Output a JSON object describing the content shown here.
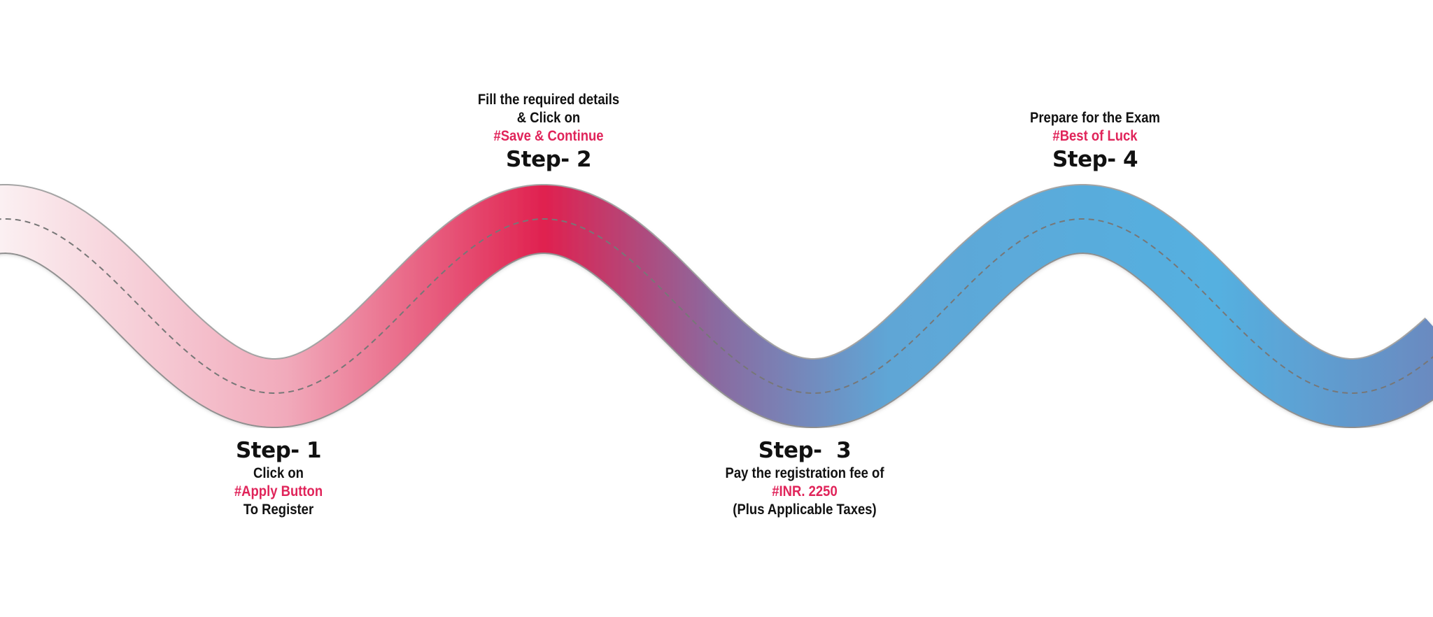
{
  "steps": [
    {
      "title": "Step- 1",
      "lines": [
        "Click on"
      ],
      "highlight": "#Apply Button",
      "after": [
        "To Register"
      ]
    },
    {
      "title": "Step- 2",
      "lines": [
        "Fill the required details",
        "& Click on"
      ],
      "highlight": "#Save & Continue",
      "after": []
    },
    {
      "title": "Step-  3",
      "lines": [
        "Pay the registration fee of"
      ],
      "highlight": "#INR. 2250",
      "after": [
        "(Plus Applicable Taxes)"
      ]
    },
    {
      "title": "Step- 4",
      "lines": [
        "Prepare for the Exam"
      ],
      "highlight": "#Best of Luck",
      "after": []
    }
  ],
  "colors": {
    "highlight": "#e0245a",
    "start": "#f8e3e8",
    "pink": "#e0214f",
    "purple": "#8a6aa0",
    "blue": "#55b0e0",
    "end": "#6a8ac0"
  }
}
